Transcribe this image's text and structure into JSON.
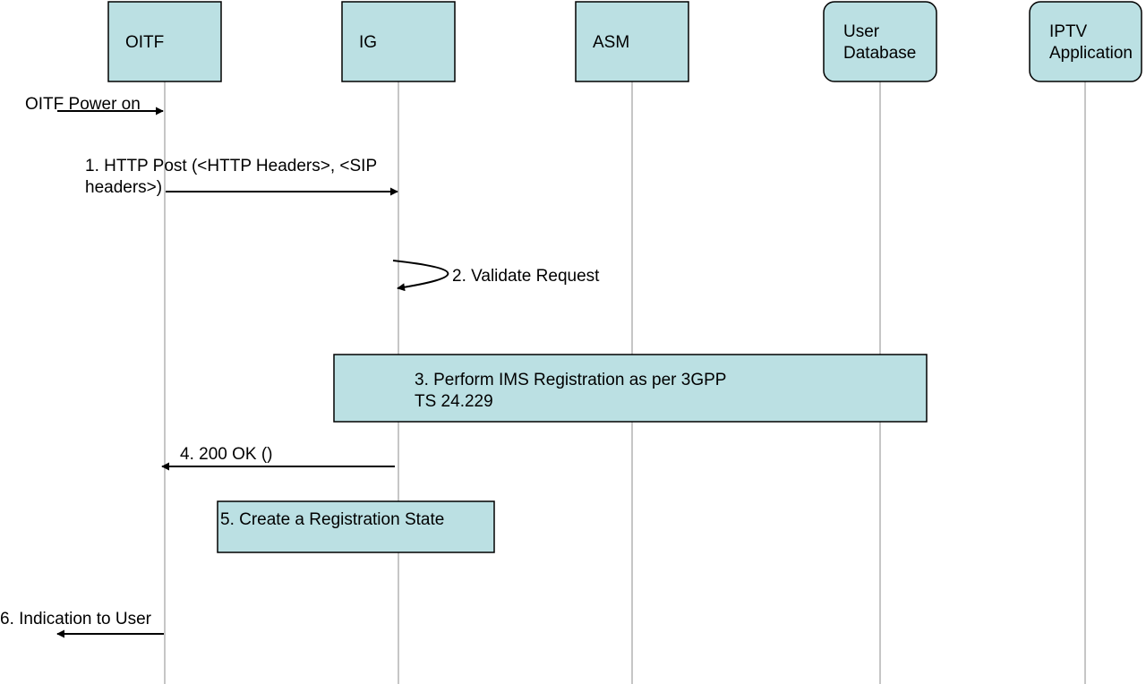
{
  "colors": {
    "box_fill": "#bbe0e3",
    "box_stroke": "#000000",
    "lifeline": "#b3b3b3",
    "arrow": "#000000"
  },
  "participants": [
    {
      "id": "oitf",
      "lines": [
        "OITF"
      ],
      "shape": "rect"
    },
    {
      "id": "ig",
      "lines": [
        "IG"
      ],
      "shape": "rect"
    },
    {
      "id": "asm",
      "lines": [
        "ASM"
      ],
      "shape": "rect"
    },
    {
      "id": "user-database",
      "lines": [
        "User",
        "Database"
      ],
      "shape": "rounded"
    },
    {
      "id": "iptv-application",
      "lines": [
        "IPTV",
        "Application"
      ],
      "shape": "rounded"
    }
  ],
  "messages": [
    {
      "id": "power-on",
      "lines": [
        "OITF Power on"
      ],
      "from": "external-left",
      "to": "oitf"
    },
    {
      "id": "http-post",
      "lines": [
        "1. HTTP Post  (<HTTP Headers>, <SIP",
        "headers>)"
      ],
      "from": "oitf",
      "to": "ig"
    },
    {
      "id": "validate-request",
      "lines": [
        "2. Validate Request"
      ],
      "from": "ig",
      "to": "ig"
    },
    {
      "id": "ok-200",
      "lines": [
        "4. 200 OK ()"
      ],
      "from": "ig",
      "to": "oitf"
    },
    {
      "id": "indication-to-user",
      "lines": [
        "6. Indication to User"
      ],
      "from": "oitf",
      "to": "external-left"
    }
  ],
  "notes": [
    {
      "id": "ims-registration",
      "lines": [
        "3. Perform IMS Registration as per 3GPP",
        "TS 24.229"
      ]
    },
    {
      "id": "registration-state",
      "lines": [
        "5. Create a Registration State"
      ]
    }
  ]
}
